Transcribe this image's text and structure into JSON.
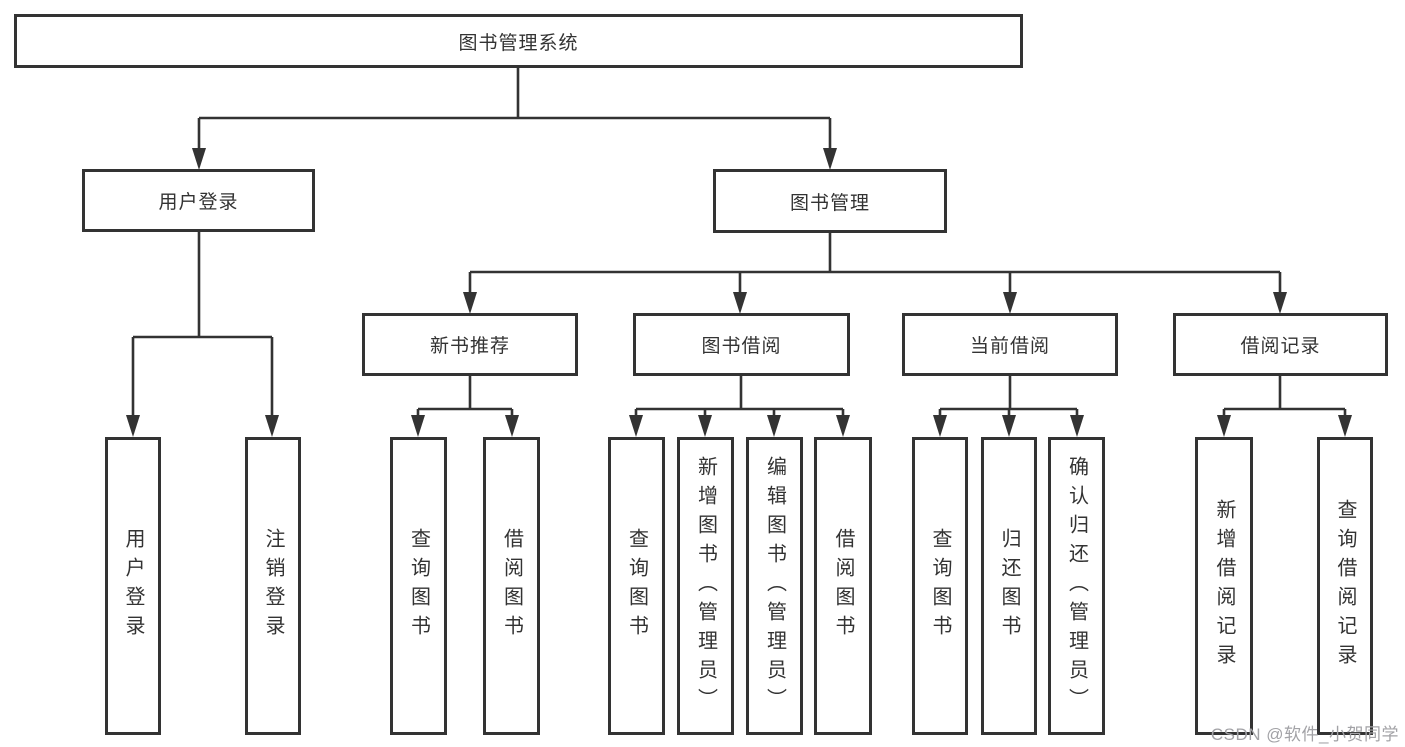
{
  "diagram": {
    "colors": {
      "line": "#333333",
      "text": "#333333",
      "box_background": "#ffffff",
      "page_background": "#ffffff",
      "watermark": "#a2a2a6"
    },
    "root": {
      "label": "图书管理系统"
    },
    "branches": [
      {
        "label": "用户登录",
        "children": [
          {
            "label": "用户登录"
          },
          {
            "label": "注销登录"
          }
        ]
      },
      {
        "label": "图书管理",
        "children": [
          {
            "label": "新书推荐",
            "children": [
              {
                "label": "查询图书"
              },
              {
                "label": "借阅图书"
              }
            ]
          },
          {
            "label": "图书借阅",
            "children": [
              {
                "label": "查询图书"
              },
              {
                "label": "新增图书（管理员）"
              },
              {
                "label": "编辑图书（管理员）"
              },
              {
                "label": "借阅图书"
              }
            ]
          },
          {
            "label": "当前借阅",
            "children": [
              {
                "label": "查询图书"
              },
              {
                "label": "归还图书"
              },
              {
                "label": "确认归还（管理员）"
              }
            ]
          },
          {
            "label": "借阅记录",
            "children": [
              {
                "label": "新增借阅记录"
              },
              {
                "label": "查询借阅记录"
              }
            ]
          }
        ]
      }
    ],
    "watermark": "CSDN @软件_小贺同学"
  }
}
